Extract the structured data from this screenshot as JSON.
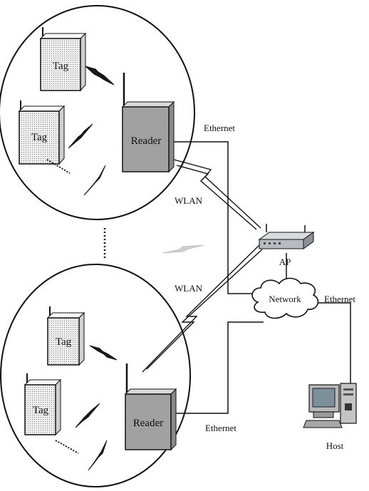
{
  "labels": {
    "tag": "Tag",
    "reader": "Reader",
    "ethernet": "Ethernet",
    "wlan": "WLAN",
    "ap": "AP",
    "network": "Network",
    "host": "Host"
  },
  "colors": {
    "tag_fill": "#ececec",
    "reader_fill": "#a9a9a9",
    "ink": "#111111",
    "cloud_fill": "#ffffff",
    "ap_fill": "#bfc3c7"
  }
}
